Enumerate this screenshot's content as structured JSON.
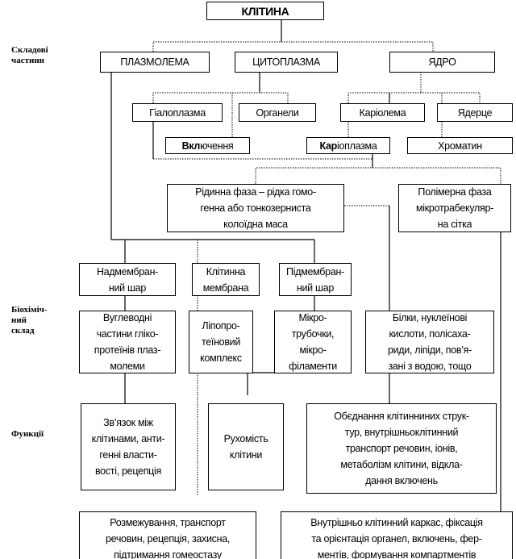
{
  "root": "КЛІТИНА",
  "side_labels": {
    "parts": "Складові\nчастини",
    "biochem": "Біохіміч-\nний\nсклад",
    "functions": "Функції"
  },
  "parts": {
    "plasmalemma": "ПЛАЗМОЛЕМА",
    "cytoplasm": "ЦИТОПЛАЗМА",
    "nucleus": "ЯДРО"
  },
  "cytoplasm_parts": {
    "hyaloplasm": "Гіалоплазма",
    "organelles": "Органели",
    "inclusions_bold": "Вкл",
    "inclusions_rest": "ючення"
  },
  "nucleus_parts": {
    "karyolemma": "Каріолема",
    "nucleolus": "Ядерце",
    "karyoplasm_bold": "Кар",
    "karyoplasm_rest": "іоплазма",
    "chromatin": "Хроматин"
  },
  "phases": {
    "liquid": "Рідинна фаза – рідка гомо-\nгенна або тонкозерниста\nколоїдна маса",
    "polymer": "Полімерна фаза\nмікротрабекуляр-\nна сітка"
  },
  "membrane_layers": {
    "supra": "Надмембран-\nний шар",
    "cell_membrane": "Клітинна\nмембрана",
    "sub": "Підмембран-\nний шар"
  },
  "biochem": {
    "carbohydrates": "Вуглеводні\nчастини гліко-\nпротеїнів плаз-\nмолеми",
    "lipoprotein": "Ліпопро-\nтеїновий\nкомплекс",
    "microtubules": "Мікро-\nтрубочки,\nмікро-\nфіламенти",
    "proteins": "Білки, нуклеїнові\nкислоти, полісаха-\nриди, ліпіди, пов’я-\nзані з водою, тощо"
  },
  "functions": {
    "communication": "Зв’язок між\nклітинами, анти-\nгенні власти-\nвості, рецепція",
    "motility": "Рухомість\nклітини",
    "integration": "Обєднання клітинниних струк-\nтур, внутрішньоклітинний\nтранспорт речовин, іонів,\nметаболізм клітини, відкла-\nдання включень",
    "delimitation": "Розмежування, транспорт\nречовин, рецепція, захисна,\nпідтримання гомеостазу",
    "cytoskeleton": "Внутрішньо клітинний каркас, фіксація\nта орієнтація органел, включень, фер-\nментів, формування компартментів"
  }
}
